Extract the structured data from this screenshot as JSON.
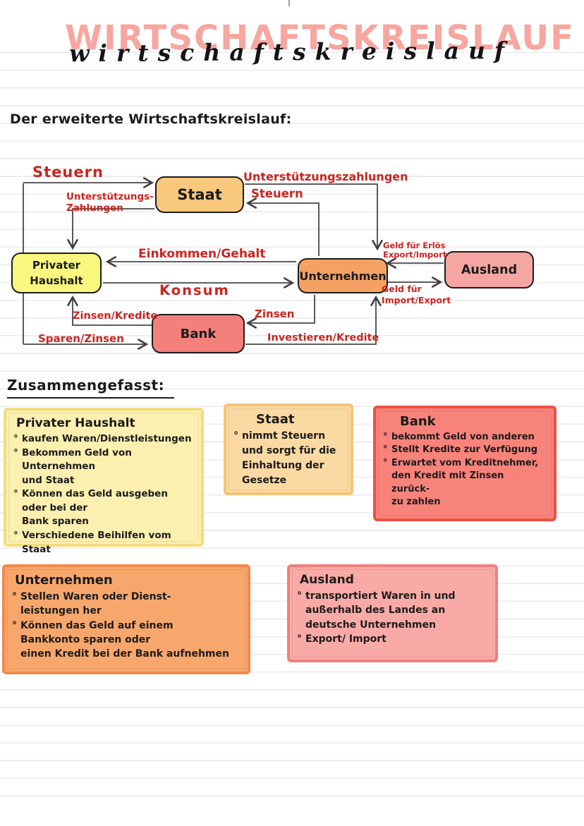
{
  "title": {
    "block": "WIRTSCHAFTSKREISLAUF",
    "script": "wirtschaftskreislauf"
  },
  "intro": "Der erweiterte Wirtschaftskreislauf:",
  "diagram": {
    "nodes": {
      "staat": "Staat",
      "privater_haushalt": "Privater\nHaushalt",
      "unternehmen": "Unternehmen",
      "ausland": "Ausland",
      "bank": "Bank"
    },
    "labels": {
      "steuern_left": "Steuern",
      "unterstuetzung_left": "Unterstützungs-\nZahlungen",
      "unterstuetzung_right": "Unterstützungszahlungen",
      "steuern_right": "Steuern",
      "einkommen": "Einkommen/Gehalt",
      "konsum": "Konsum",
      "geld_erloes": "Geld für Erlös\nExport/Import",
      "geld_import": "Geld für\nImport/Export",
      "zinsen_kredite": "Zinsen/Kredite",
      "sparen_zinsen": "Sparen/Zinsen",
      "zinsen": "Zinsen",
      "investieren": "Investieren/Kredite"
    }
  },
  "summary": {
    "heading": "Zusammengefasst:",
    "cards": [
      {
        "id": "privater-haushalt",
        "title": "Privater Haushalt",
        "bullets": [
          "kaufen Waren/Dienstleistungen",
          "Bekommen Geld von Unternehmen\nund Staat",
          "Können das Geld ausgeben oder bei der\nBank sparen",
          "Verschiedene Beihilfen vom Staat"
        ]
      },
      {
        "id": "staat",
        "title": "Staat",
        "bullets": [
          "nimmt Steuern\nund sorgt für die\nEinhaltung der Gesetze"
        ]
      },
      {
        "id": "bank",
        "title": "Bank",
        "bullets": [
          "bekommt Geld von anderen",
          "Stellt Kredite zur Verfügung",
          "Erwartet vom Kreditnehmer,\nden Kredit mit Zinsen zurück-\nzu zahlen"
        ]
      },
      {
        "id": "unternehmen",
        "title": "Unternehmen",
        "bullets": [
          "Stellen Waren oder Dienst-\nleistungen her",
          "Können das Geld auf einem\nBankkonto sparen oder\neinen Kredit bei der Bank aufnehmen"
        ]
      },
      {
        "id": "ausland",
        "title": "Ausland",
        "bullets": [
          "transportiert Waren in und\naußerhalb des Landes an\ndeutsche Unternehmen",
          "Export/ Import"
        ]
      }
    ]
  },
  "colors": {
    "ink_red": "#cb2420",
    "title_pink": "#f7a6a0",
    "node_staat": "#f8c87d",
    "node_privater_haushalt": "#f9f77e",
    "node_unternehmen": "#f5a164",
    "node_ausland": "#f5a6a2",
    "node_bank": "#f4807c",
    "card_privater_haushalt": "#fbf0b0",
    "card_staat": "#fbd9a2",
    "card_bank": "#f8837b",
    "card_unternehmen": "#f8a76c",
    "card_ausland": "#f9aaa6"
  }
}
